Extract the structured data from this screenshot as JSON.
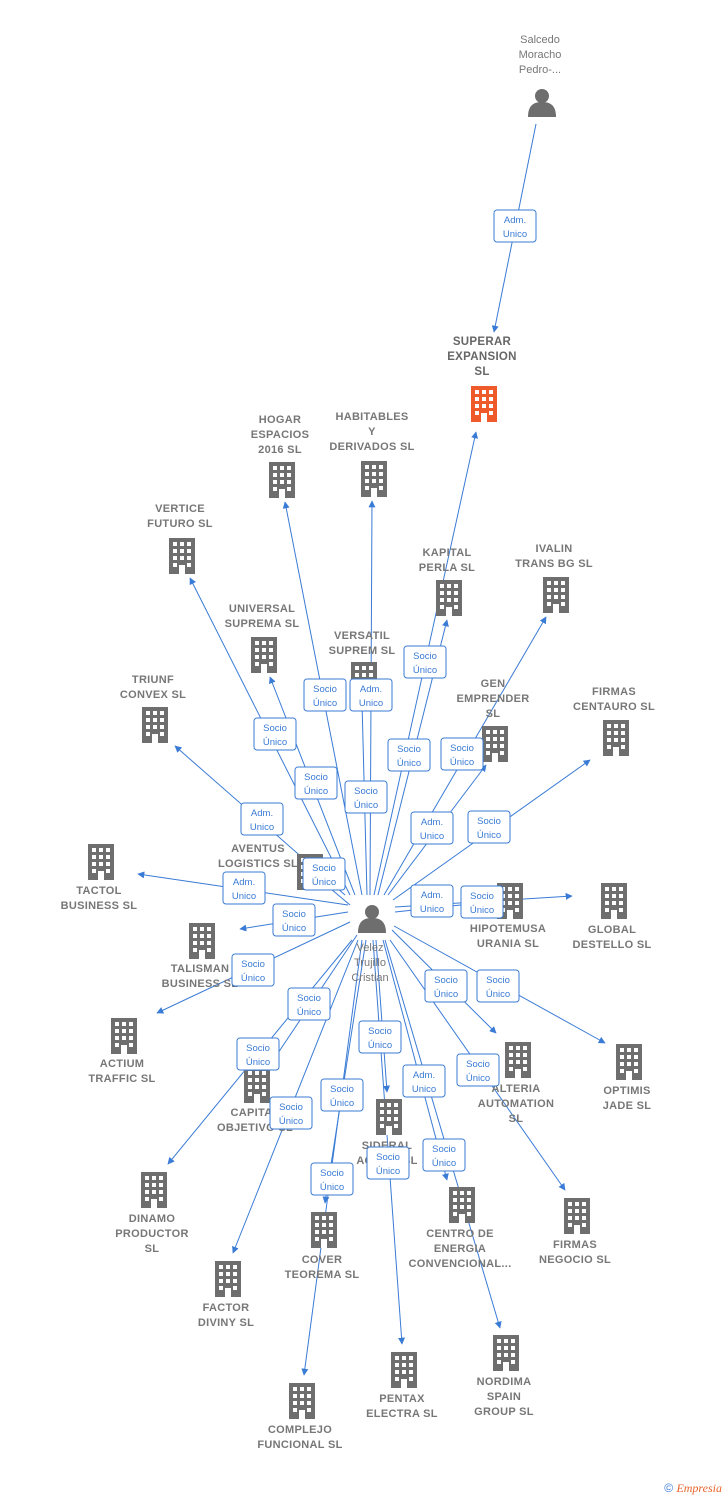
{
  "colors": {
    "edge": "#3a7bd5",
    "icon": "#6e6e6e",
    "focus_company": "#ee5a2a",
    "label": "#777777"
  },
  "copyright": {
    "symbol": "©",
    "brand": "Empresia"
  },
  "nodes": [
    {
      "id": "salcedo",
      "type": "person",
      "lines": [
        "Salcedo",
        "Moracho",
        "Pedro-..."
      ]
    },
    {
      "id": "superar",
      "type": "company",
      "focus": true,
      "lines": [
        "SUPERAR",
        "EXPANSION",
        "SL"
      ]
    },
    {
      "id": "velez",
      "type": "person",
      "lines": [
        "Velez",
        "Trujillo",
        "Cristian"
      ]
    },
    {
      "id": "hogar",
      "type": "company",
      "lines": [
        "HOGAR",
        "ESPACIOS",
        "2016  SL"
      ]
    },
    {
      "id": "habitables",
      "type": "company",
      "lines": [
        "HABITABLES",
        "Y",
        "DERIVADOS  SL"
      ]
    },
    {
      "id": "vertice",
      "type": "company",
      "lines": [
        "VERTICE",
        "FUTURO  SL"
      ]
    },
    {
      "id": "kapital",
      "type": "company",
      "lines": [
        "KAPITAL",
        "PERLA  SL"
      ]
    },
    {
      "id": "ivalin",
      "type": "company",
      "lines": [
        "IVALIN",
        "TRANS BG  SL"
      ]
    },
    {
      "id": "universal",
      "type": "company",
      "lines": [
        "UNIVERSAL",
        "SUPREMA  SL"
      ]
    },
    {
      "id": "versatil",
      "type": "company",
      "lines": [
        "VERSATIL",
        "SUPREM  SL"
      ]
    },
    {
      "id": "triunf",
      "type": "company",
      "lines": [
        "TRIUNF",
        "CONVEX  SL"
      ]
    },
    {
      "id": "gen",
      "type": "company",
      "lines": [
        "GEN",
        "EMPRENDER",
        "SL"
      ]
    },
    {
      "id": "firmascent",
      "type": "company",
      "lines": [
        "FIRMAS",
        "CENTAURO  SL"
      ]
    },
    {
      "id": "aventus",
      "type": "company",
      "lines": [
        "AVENTUS",
        "LOGISTICS  SL"
      ]
    },
    {
      "id": "tactol",
      "type": "company",
      "lines": [
        "TACTOL",
        "BUSINESS  SL"
      ]
    },
    {
      "id": "hipotemusa",
      "type": "company",
      "lines": [
        "HIPOTEMUSA",
        "URANIA  SL"
      ]
    },
    {
      "id": "global",
      "type": "company",
      "lines": [
        "GLOBAL",
        "DESTELLO  SL"
      ]
    },
    {
      "id": "talisman",
      "type": "company",
      "lines": [
        "TALISMAN",
        "BUSINESS  SL"
      ]
    },
    {
      "id": "actium",
      "type": "company",
      "lines": [
        "ACTIUM",
        "TRAFFIC  SL"
      ]
    },
    {
      "id": "alteria",
      "type": "company",
      "lines": [
        "ALTERIA",
        "AUTOMATION",
        "SL"
      ]
    },
    {
      "id": "optimis",
      "type": "company",
      "lines": [
        "OPTIMIS",
        "JADE  SL"
      ]
    },
    {
      "id": "capital",
      "type": "company",
      "lines": [
        "CAPITAL",
        "OBJETIVO  SL"
      ]
    },
    {
      "id": "sideral",
      "type": "company",
      "lines": [
        "SIDERAL",
        "ACTIVO  SL"
      ]
    },
    {
      "id": "dinamo",
      "type": "company",
      "lines": [
        "DINAMO",
        "PRODUCTOR",
        "SL"
      ]
    },
    {
      "id": "firmasneg",
      "type": "company",
      "lines": [
        "FIRMAS",
        "NEGOCIO  SL"
      ]
    },
    {
      "id": "centro",
      "type": "company",
      "lines": [
        "CENTRO DE",
        "ENERGIA",
        "CONVENCIONAL..."
      ]
    },
    {
      "id": "cover",
      "type": "company",
      "lines": [
        "COVER",
        "TEOREMA  SL"
      ]
    },
    {
      "id": "factor",
      "type": "company",
      "lines": [
        "FACTOR",
        "DIVINY  SL"
      ]
    },
    {
      "id": "pentax",
      "type": "company",
      "lines": [
        "PENTAX",
        "ELECTRA  SL"
      ]
    },
    {
      "id": "nordima",
      "type": "company",
      "lines": [
        "NORDIMA",
        "SPAIN",
        "GROUP  SL"
      ]
    },
    {
      "id": "complejo",
      "type": "company",
      "lines": [
        "COMPLEJO",
        "FUNCIONAL  SL"
      ]
    }
  ],
  "edges": [
    {
      "from": "salcedo",
      "to": "superar",
      "label": [
        "Adm.",
        "Unico"
      ]
    },
    {
      "from": "velez",
      "to": "superar",
      "label": [
        "Socio",
        "Único"
      ]
    },
    {
      "from": "velez",
      "to": "hogar",
      "label": [
        "Socio",
        "Único"
      ]
    },
    {
      "from": "velez",
      "to": "habitables",
      "label": [
        "Adm.",
        "Unico"
      ]
    },
    {
      "from": "velez",
      "to": "vertice",
      "label": [
        "Socio",
        "Único"
      ]
    },
    {
      "from": "velez",
      "to": "kapital",
      "label": [
        "Socio",
        "Único"
      ]
    },
    {
      "from": "velez",
      "to": "ivalin",
      "label": [
        "Socio",
        "Único"
      ]
    },
    {
      "from": "velez",
      "to": "universal",
      "label": [
        "Socio",
        "Único"
      ]
    },
    {
      "from": "velez",
      "to": "versatil",
      "label": [
        "Socio",
        "Único"
      ]
    },
    {
      "from": "velez",
      "to": "triunf",
      "label": [
        "Adm.",
        "Unico"
      ]
    },
    {
      "from": "velez",
      "to": "gen",
      "label": [
        "Adm.",
        "Unico"
      ]
    },
    {
      "from": "velez",
      "to": "firmascent",
      "label": [
        "Socio",
        "Único"
      ]
    },
    {
      "from": "velez",
      "to": "aventus",
      "label": [
        "Socio",
        "Único"
      ]
    },
    {
      "from": "velez",
      "to": "tactol",
      "label": [
        "Adm.",
        "Unico"
      ]
    },
    {
      "from": "velez",
      "to": "hipotemusa",
      "label": [
        "Adm.",
        "Unico"
      ]
    },
    {
      "from": "velez",
      "to": "global",
      "label": [
        "Socio",
        "Único"
      ]
    },
    {
      "from": "velez",
      "to": "talisman",
      "label": [
        "Socio",
        "Único"
      ]
    },
    {
      "from": "velez",
      "to": "actium",
      "label": [
        "Socio",
        "Único"
      ]
    },
    {
      "from": "velez",
      "to": "alteria",
      "label": [
        "Socio",
        "Único"
      ]
    },
    {
      "from": "velez",
      "to": "optimis",
      "label": [
        "Socio",
        "Único"
      ]
    },
    {
      "from": "velez",
      "to": "capital",
      "label": [
        "Socio",
        "Único"
      ]
    },
    {
      "from": "velez",
      "to": "dinamo",
      "label": [
        "Socio",
        "Único"
      ]
    },
    {
      "from": "velez",
      "to": "sideral",
      "label": [
        "Socio",
        "Único"
      ]
    },
    {
      "from": "velez",
      "to": "firmasneg",
      "label": [
        "Socio",
        "Único"
      ]
    },
    {
      "from": "velez",
      "to": "centro",
      "label": [
        "Adm.",
        "Unico"
      ]
    },
    {
      "from": "velez",
      "to": "cover",
      "label": [
        "Socio",
        "Único"
      ]
    },
    {
      "from": "velez",
      "to": "factor",
      "label": [
        "Socio",
        "Único"
      ]
    },
    {
      "from": "velez",
      "to": "pentax",
      "label": [
        "Socio",
        "Único"
      ]
    },
    {
      "from": "velez",
      "to": "nordima",
      "label": [
        "Socio",
        "Único"
      ]
    },
    {
      "from": "velez",
      "to": "complejo",
      "label": [
        "Socio",
        "Único"
      ]
    }
  ]
}
